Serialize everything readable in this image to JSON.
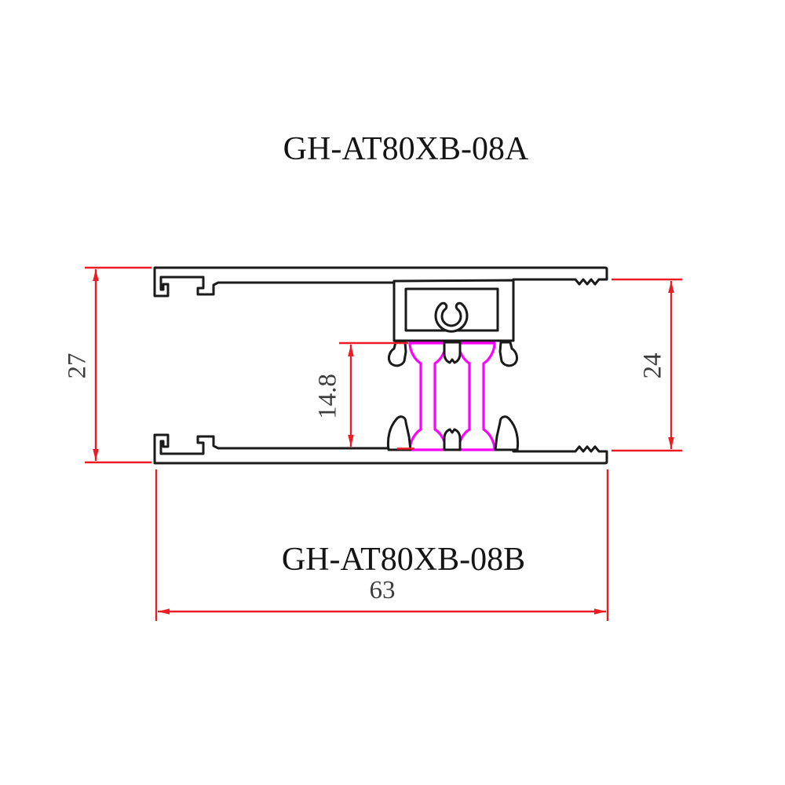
{
  "titles": {
    "top_profile": "GH-AT80XB-08A",
    "bottom_profile": "GH-AT80XB-08B"
  },
  "dimensions": {
    "overall_height_left": "27",
    "chamber_height_right": "24",
    "thermal_break_height": "14.8",
    "overall_width_bottom": "63"
  },
  "colors": {
    "profile_outline": "#1a1a1a",
    "thermal_break_bars": "#ff00ff",
    "dimension_lines": "#ed1c24",
    "dimension_text": "#3d3d3d",
    "background": "#ffffff"
  }
}
